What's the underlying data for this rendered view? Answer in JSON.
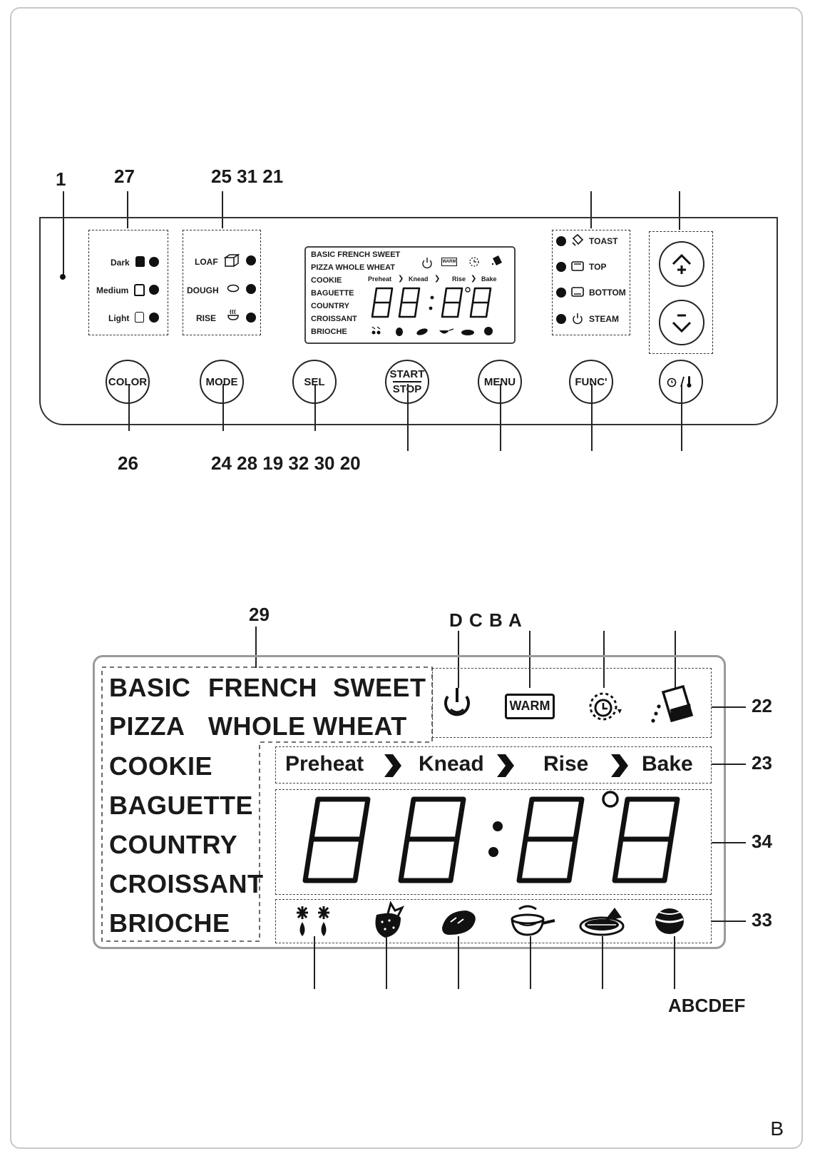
{
  "callouts": {
    "n1": "1",
    "n27": "27",
    "n25_31_21": "25 31 21",
    "n26": "26",
    "n24_28": "24 28 19 32 30 20",
    "n29": "29",
    "dcba": "D C B A",
    "n22": "22",
    "n23": "23",
    "n34": "34",
    "n33": "33",
    "abcdef": "ABCDEF"
  },
  "panel": {
    "color_labels": [
      "Dark",
      "Medium",
      "Light"
    ],
    "mode_labels": [
      "LOAF",
      "DOUGH",
      "RISE"
    ],
    "func_labels": [
      "TOAST",
      "TOP",
      "BOTTOM",
      "STEAM"
    ],
    "buttons": {
      "color": "COLOR",
      "mode": "MODE",
      "sel": "SEL",
      "start": "START",
      "stop": "STOP",
      "menu": "MENU",
      "func": "FUNC'"
    },
    "mini_lcd": {
      "programs_row1": "BASIC  FRENCH  SWEET",
      "programs_row2": "PIZZA   WHOLE WHEAT",
      "programs": [
        "COOKIE",
        "BAGUETTE",
        "COUNTRY",
        "CROISSANT",
        "BRIOCHE"
      ],
      "stages": [
        "Preheat",
        "Knead",
        "Rise",
        "Bake"
      ],
      "warm": "WARM",
      "digits": "88:88"
    }
  },
  "lcd": {
    "row1": [
      "BASIC",
      "FRENCH",
      "SWEET"
    ],
    "row2": [
      "PIZZA",
      "WHOLE WHEAT"
    ],
    "programs": [
      "COOKIE",
      "BAGUETTE",
      "COUNTRY",
      "CROISSANT",
      "BRIOCHE"
    ],
    "warm": "WARM",
    "stages": [
      "Preheat",
      "Knead",
      "Rise",
      "Bake"
    ]
  },
  "page_letter": "B"
}
